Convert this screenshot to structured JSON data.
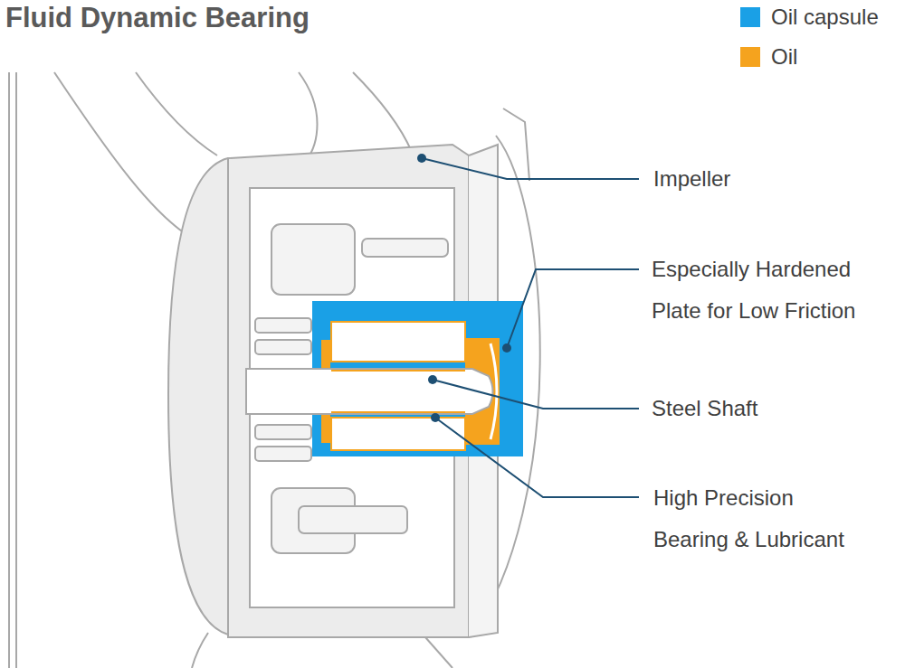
{
  "diagram": {
    "title": "Fluid Dynamic Bearing",
    "labels": [
      "Impeller",
      "Especially Hardened Plate for Low Friction",
      "Steel Shaft",
      "High Precision Bearing & Lubricant"
    ],
    "legend": [
      {
        "text": "Oil capsule",
        "color": "#1aa0e6"
      },
      {
        "text": "Oil",
        "color": "#f5a31e"
      }
    ]
  }
}
